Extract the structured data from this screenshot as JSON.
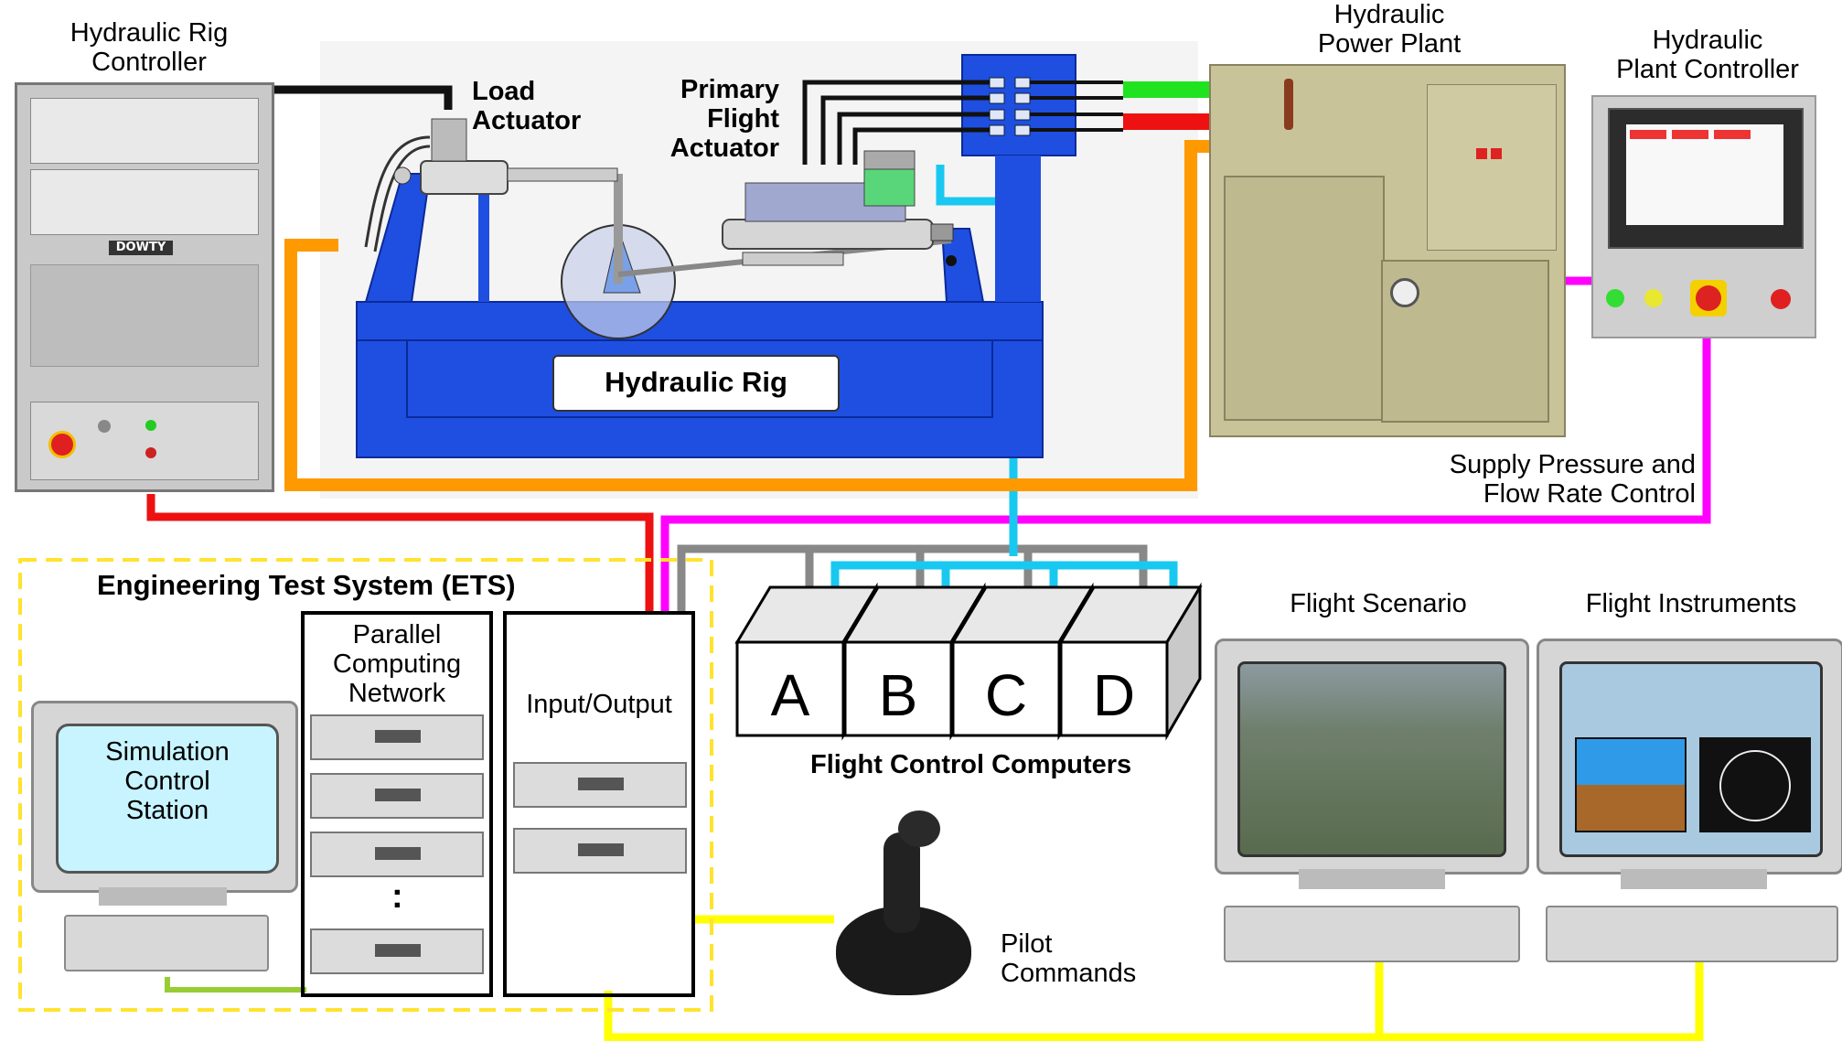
{
  "labels": {
    "rig_controller": "Hydraulic Rig\nController",
    "load_actuator": "Load\nActuator",
    "primary_flight_actuator": "Primary\nFlight\nActuator",
    "power_plant": "Hydraulic\nPower Plant",
    "plant_controller": "Hydraulic\nPlant Controller",
    "hydraulic_rig": "Hydraulic Rig",
    "supply_pressure": "Supply Pressure and\nFlow Rate Control",
    "ets": "Engineering Test System (ETS)",
    "parallel_computing": "Parallel\nComputing\nNetwork",
    "input_output": "Input/Output",
    "simulation_station": "Simulation\nControl\nStation",
    "flight_control_computers": "Flight Control Computers",
    "pilot_commands": "Pilot\nCommands",
    "flight_scenario": "Flight Scenario",
    "flight_instruments": "Flight Instruments",
    "dowty": "DOWTY",
    "ellipsis": ":"
  },
  "computers": [
    "A",
    "B",
    "C",
    "D"
  ],
  "connection_colors": {
    "hydraulic_supply": "#1ee31e",
    "hydraulic_return": "#ee1111",
    "rig_controller_link": "#ee1111",
    "load_hydraulics": "#ff9900",
    "plant_control": "#ff00ff",
    "fcc_link": "#19c8f0",
    "io_bus": "#888888",
    "pilot_video": "#ffff00",
    "station_link": "#99cc33",
    "rig_blue": "#1f4fe0"
  }
}
